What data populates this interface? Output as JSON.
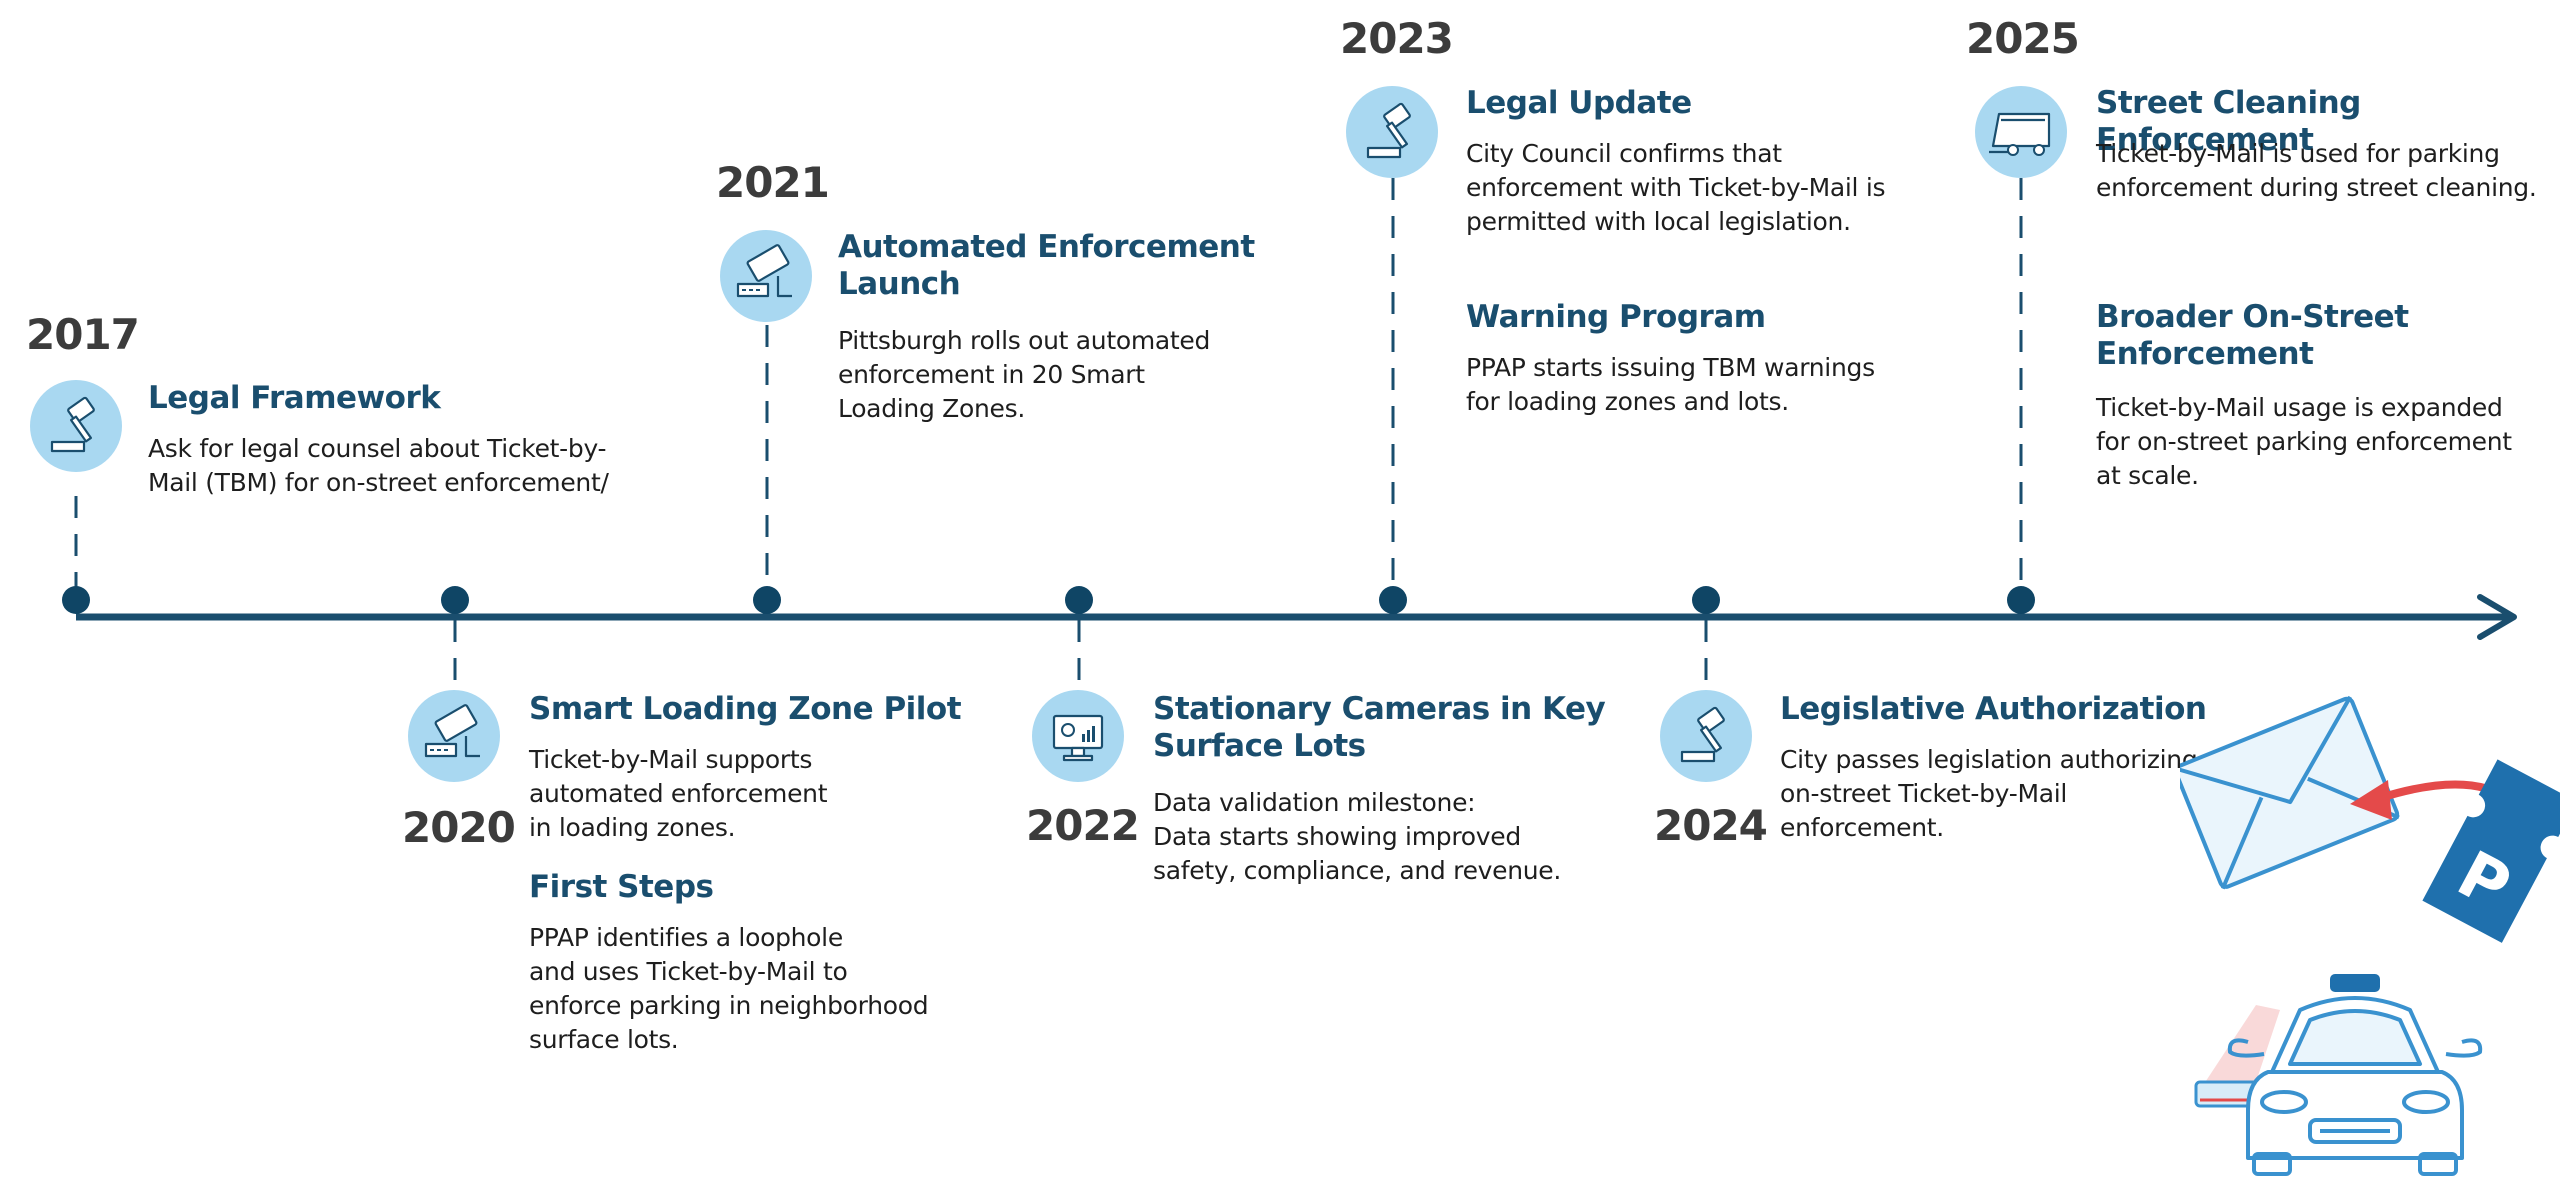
{
  "colors": {
    "axis": "#1a4e6e",
    "dot": "#0f4565",
    "title": "#1a4e6e",
    "year": "#3c3c3c",
    "icon_bg": "#a9d8f1",
    "accent_red": "#e44a4a",
    "ticket": "#1f70ad"
  },
  "events": [
    {
      "year": "2017",
      "title": "Legal Framework",
      "desc": "Ask for legal counsel about Ticket-by-\nMail (TBM) for on-street enforcement/",
      "icon": "gavel-icon"
    },
    {
      "year": "2020",
      "title": "Smart Loading Zone Pilot",
      "desc": "Ticket-by-Mail supports\nautomated enforcement\nin loading zones.",
      "icon": "camera-icon",
      "sub_title": "First Steps",
      "sub_desc": "PPAP identifies a loophole\nand uses Ticket-by-Mail to\nenforce parking in neighborhood\nsurface lots."
    },
    {
      "year": "2021",
      "title": "Automated Enforcement\nLaunch",
      "desc": "Pittsburgh rolls out automated\nenforcement in 20 Smart\nLoading Zones.",
      "icon": "camera-icon"
    },
    {
      "year": "2022",
      "title": "Stationary Cameras in Key\nSurface Lots",
      "desc": "Data validation milestone:\nData starts showing improved\nsafety, compliance, and revenue.",
      "icon": "monitor-icon"
    },
    {
      "year": "2023",
      "title": "Legal Update",
      "desc": "City Council confirms that\nenforcement with Ticket-by-Mail is\npermitted with local legislation.",
      "icon": "gavel-icon",
      "sub_title": "Warning Program",
      "sub_desc": "PPAP starts issuing TBM warnings\nfor loading zones and lots."
    },
    {
      "year": "2024",
      "title": "Legislative Authorization",
      "desc": "City passes legislation authorizing\non-street Ticket-by-Mail\nenforcement.",
      "icon": "gavel-icon"
    },
    {
      "year": "2025",
      "title": "Street Cleaning Enforcement",
      "desc": "Ticket-by-Mail is used for parking\nenforcement during street cleaning.",
      "icon": "street-sweeper-icon",
      "sub_title": "Broader On-Street\nEnforcement",
      "sub_desc": "Ticket-by-Mail usage is expanded\nfor on-street parking enforcement\nat scale."
    }
  ]
}
